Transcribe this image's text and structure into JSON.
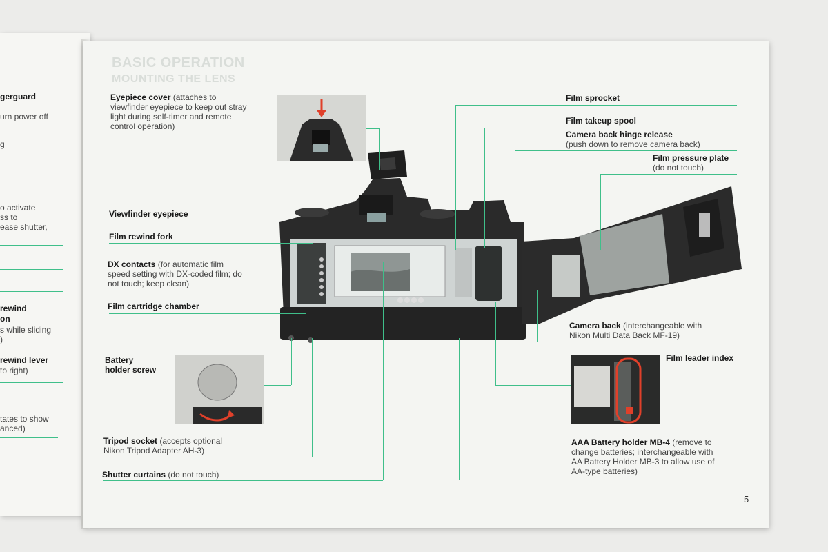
{
  "left_page": {
    "labels": [
      {
        "text": "gerguard",
        "bold": true
      },
      {
        "text": "urn  power off",
        "bold": false
      },
      {
        "text": "g",
        "bold": false
      },
      {
        "text": "o activate",
        "bold": false
      },
      {
        "text": "ss to",
        "bold": false
      },
      {
        "text": "ease shutter,",
        "bold": false
      },
      {
        "text": "rewind",
        "bold": true
      },
      {
        "text": "on",
        "bold": true
      },
      {
        "text": "s while sliding",
        "bold": false
      },
      {
        "text": ")",
        "bold": false
      },
      {
        "text": "rewind lever",
        "bold": true
      },
      {
        "text": "to right)",
        "bold": false
      },
      {
        "text": "tates to show",
        "bold": false
      },
      {
        "text": "anced)",
        "bold": false
      }
    ]
  },
  "ghost": {
    "title": "BASIC OPERATION",
    "subtitle": "MOUNTING THE LENS"
  },
  "callouts": {
    "eyepiece_cover": {
      "name": "Eyepiece cover",
      "desc1": " (attaches to",
      "desc2": "viewfinder eyepiece to keep out stray",
      "desc3": "light during self-timer and remote",
      "desc4": "control operation)"
    },
    "viewfinder_eyepiece": {
      "name": "Viewfinder eyepiece"
    },
    "film_rewind_fork": {
      "name": "Film rewind fork"
    },
    "dx_contacts": {
      "name": "DX contacts",
      "desc1": " (for automatic film",
      "desc2": "speed setting with DX-coded film; do",
      "desc3": "not touch; keep clean)"
    },
    "film_cartridge_chamber": {
      "name": "Film cartridge chamber"
    },
    "battery_holder_screw": {
      "name1": "Battery",
      "name2": "holder screw"
    },
    "tripod_socket": {
      "name": "Tripod socket",
      "desc1": " (accepts optional",
      "desc2": "Nikon Tripod Adapter AH-3)"
    },
    "shutter_curtains": {
      "name": "Shutter curtains",
      "desc1": " (do not touch)"
    },
    "film_sprocket": {
      "name": "Film sprocket"
    },
    "film_takeup_spool": {
      "name": "Film takeup spool"
    },
    "camera_back_hinge": {
      "name": "Camera back hinge release",
      "desc1": "(push down to remove camera back)"
    },
    "film_pressure_plate": {
      "name": "Film pressure plate",
      "desc1": "(do not touch)"
    },
    "camera_back": {
      "name": "Camera back",
      "desc1": " (interchangeable with",
      "desc2": "Nikon Multi Data Back MF-19)"
    },
    "film_leader_index": {
      "name": "Film leader index"
    },
    "battery_holder_mb4": {
      "name": "AAA Battery holder MB-4",
      "desc1": " (remove to",
      "desc2": "change batteries; interchangeable with",
      "desc3": "AA Battery Holder MB-3 to allow use of",
      "desc4": "AA-type batteries)"
    }
  },
  "page_number": "5",
  "colors": {
    "leader_line": "#3fbf8a",
    "arrow_red": "#e0402a",
    "page_bg": "#f4f5f2"
  }
}
